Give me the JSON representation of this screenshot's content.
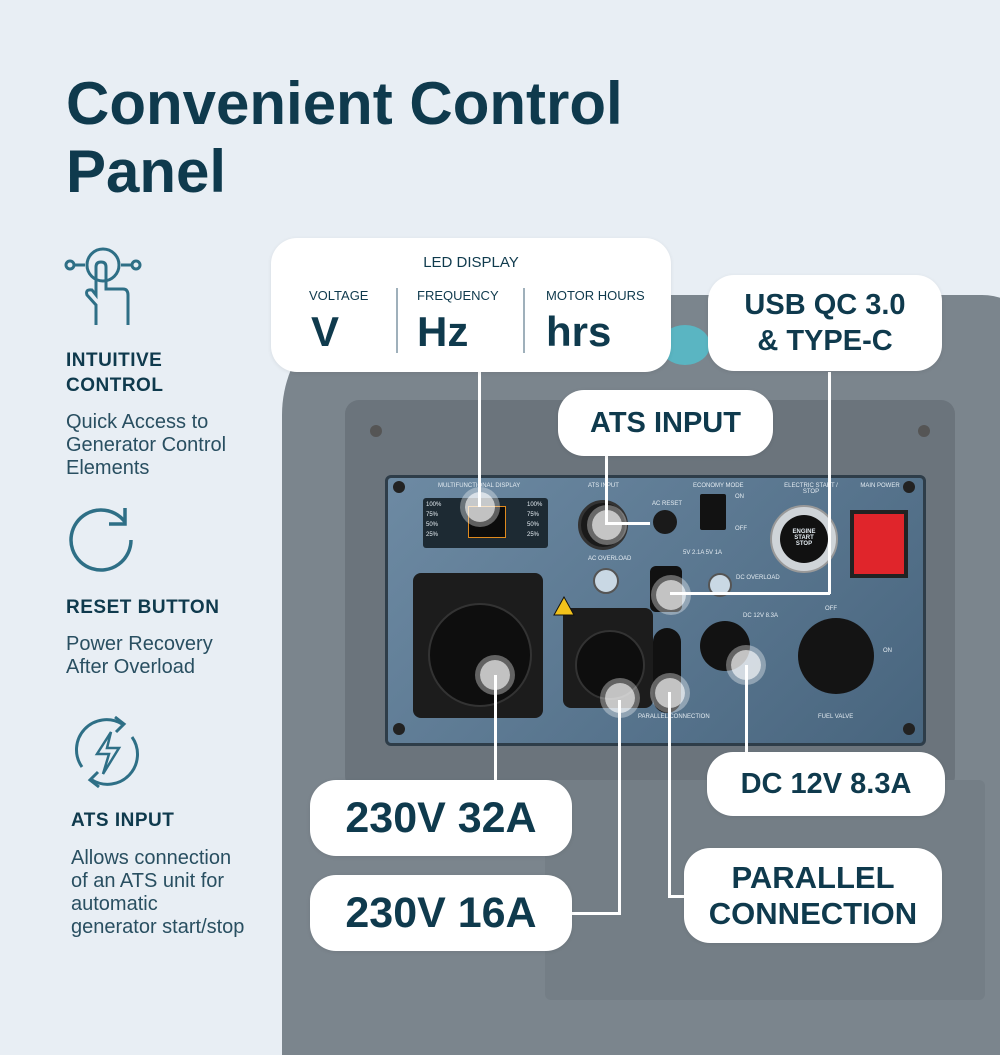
{
  "title": "Convenient Control Panel",
  "features": [
    {
      "icon": "touch-control-icon",
      "title_lines": [
        "INTUITIVE",
        "CONTROL"
      ],
      "desc_lines": [
        "Quick Access to",
        "Generator Control",
        "Elements"
      ]
    },
    {
      "icon": "reset-arrow-icon",
      "title_lines": [
        "RESET BUTTON"
      ],
      "desc_lines": [
        "Power Recovery",
        "After Overload"
      ]
    },
    {
      "icon": "ats-lightning-icon",
      "title_lines": [
        "ATS INPUT"
      ],
      "desc_lines": [
        "Allows connection",
        "of an ATS unit for",
        "automatic",
        "generator start/stop"
      ]
    }
  ],
  "led_display": {
    "heading": "LED DISPLAY",
    "columns": [
      {
        "label": "VOLTAGE",
        "value": "V"
      },
      {
        "label": "FREQUENCY",
        "value": "Hz"
      },
      {
        "label": "MOTOR HOURS",
        "value": "hrs"
      }
    ]
  },
  "callouts": {
    "usb": [
      "USB QC 3.0",
      "& TYPE-C"
    ],
    "ats": "ATS INPUT",
    "dc": "DC 12V 8.3A",
    "socket32": "230V 32A",
    "socket16": "230V 16A",
    "parallel": [
      "PARALLEL",
      "CONNECTION"
    ]
  },
  "panel_text": {
    "multifunctional_display": "MULTIFUNCTIONAL DISPLAY",
    "ats_input": "ATS INPUT",
    "ac_reset": "AC RESET",
    "economy_mode": "ECONOMY MODE",
    "on": "ON",
    "off": "OFF",
    "electric_start": "ELECTRIC START / STOP",
    "main_power": "MAIN POWER",
    "engine_start_stop": "ENGINE START STOP",
    "ac_overload": "AC OVERLOAD",
    "dc_overload": "DC OVERLOAD",
    "dc_spec": "DC 12V 8.3A",
    "usb_spec": "5V 2.1A 5V 1A",
    "parallel_connection": "PARALLEL CONNECTION",
    "fuel_valve": "FUEL VALVE",
    "pct_100": "100%",
    "pct_75": "75%",
    "pct_50": "50%",
    "pct_25": "25%"
  },
  "colors": {
    "navy": "#0f3a4d",
    "teal_icon": "#2e6f86",
    "main_power_switch": "#e0252b"
  }
}
